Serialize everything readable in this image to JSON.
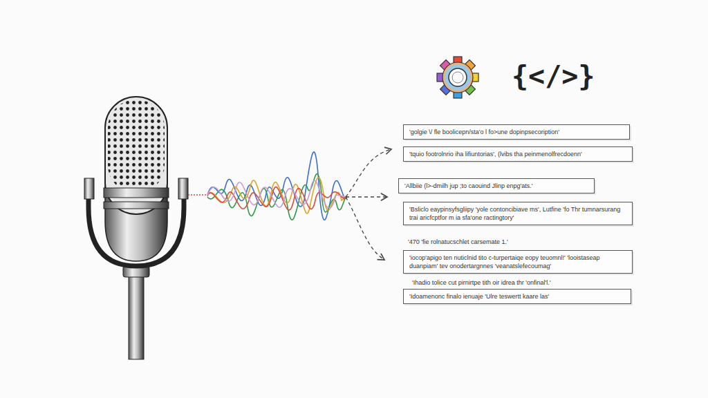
{
  "diagram": {
    "nodes": [
      {
        "text": [
          "'golgie \\/ fle boolicepn/sta'o l fo>une dopinpsecoription'"
        ]
      },
      {
        "text": [
          "'tquio footrolnrio iha lifiuntorias', (lvibs tha peinmenolfrecdoenn'"
        ]
      },
      {
        "text": [
          "'Allbiie (l>-dmilh jup ;to caouind Jlinp enpg'ats.'"
        ]
      },
      {
        "text": [
          "'Bsliclo eaypinsyfsgliipy 'yole contoncibiave ms', Lutfine 'fo Thr tumnarsurang trai aricfcptfor m ia sfa'one ractingtory'"
        ]
      },
      {
        "text": [
          "'iocop'apigo ten nuticlnid tito c-turpertaiqe eopy teuomnl!' 'looistaseap duanpiam' tev onodertargnnes 'veanatslefecoumag'"
        ]
      },
      {
        "text": [
          "'Idoamenonc finalo ienuaje 'Ulre teswertt kaare las'"
        ]
      }
    ],
    "labels": [
      "{</>}",
      "'470 'fie rolnatucschlet carsemate 1.'",
      "'Ihadio tolice cut pirnirtpe tith oir idrea thr 'onfinal'l.'"
    ]
  }
}
